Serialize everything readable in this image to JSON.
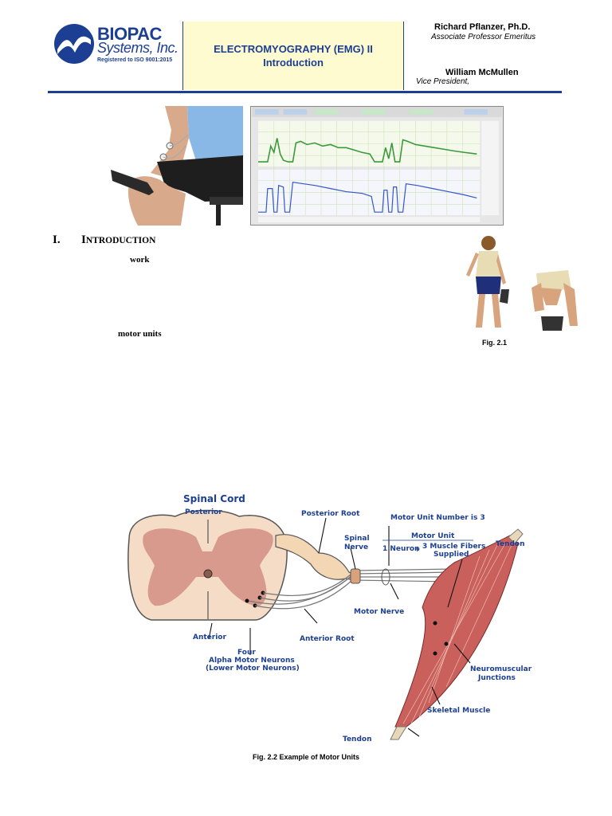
{
  "header": {
    "logo": {
      "brand": "BIOPAC",
      "brand_sub": "Systems, Inc.",
      "registration": "Registered to ISO 9001:2015"
    },
    "title_line1": "ELECTROMYOGRAPHY (EMG) II",
    "title_line2": "Introduction",
    "authors": [
      {
        "name": "Richard Pflanzer, Ph.D.",
        "role": "Associate Professor Emeritus"
      },
      {
        "name": "William McMullen",
        "role": "Vice President,"
      }
    ]
  },
  "section": {
    "number": "I.",
    "heading_initial": "I",
    "heading_rest": "NTRODUCTION",
    "keyword_work": "work",
    "keyword_motor_units": "motor units"
  },
  "figures": {
    "fig21_caption": "Fig. 2.1",
    "fig22_caption": "Fig. 2.2 Example of Motor Units"
  },
  "diagram_labels": {
    "spinal_cord": "Spinal Cord",
    "posterior": "Posterior",
    "posterior_root": "Posterior Root",
    "spinal_nerve_1": "Spinal",
    "spinal_nerve_2": "Nerve",
    "motor_unit_number": "Motor Unit Number is 3",
    "motor_unit": "Motor Unit",
    "one_neuron": "1 Neuron",
    "plus": "+",
    "muscle_fibers_1": "3 Muscle Fibers",
    "muscle_fibers_2": "Supplied",
    "tendon_top": "Tendon",
    "anterior": "Anterior",
    "motor_nerve": "Motor Nerve",
    "anterior_root": "Anterior Root",
    "four": "Four",
    "alpha_motor_neurons": "Alpha Motor Neurons",
    "lower_motor_neurons": "(Lower Motor Neurons)",
    "neuromuscular_1": "Neuromuscular",
    "neuromuscular_2": "Junctions",
    "skeletal_muscle": "Skeletal Muscle",
    "tendon_bottom": "Tendon"
  },
  "colors": {
    "brand_blue": "#1c3f93",
    "title_box_bg": "#fffbd0",
    "muscle_red": "#c9605c",
    "gray_matter": "#d99a8e",
    "white_matter": "#f5dcc6"
  }
}
